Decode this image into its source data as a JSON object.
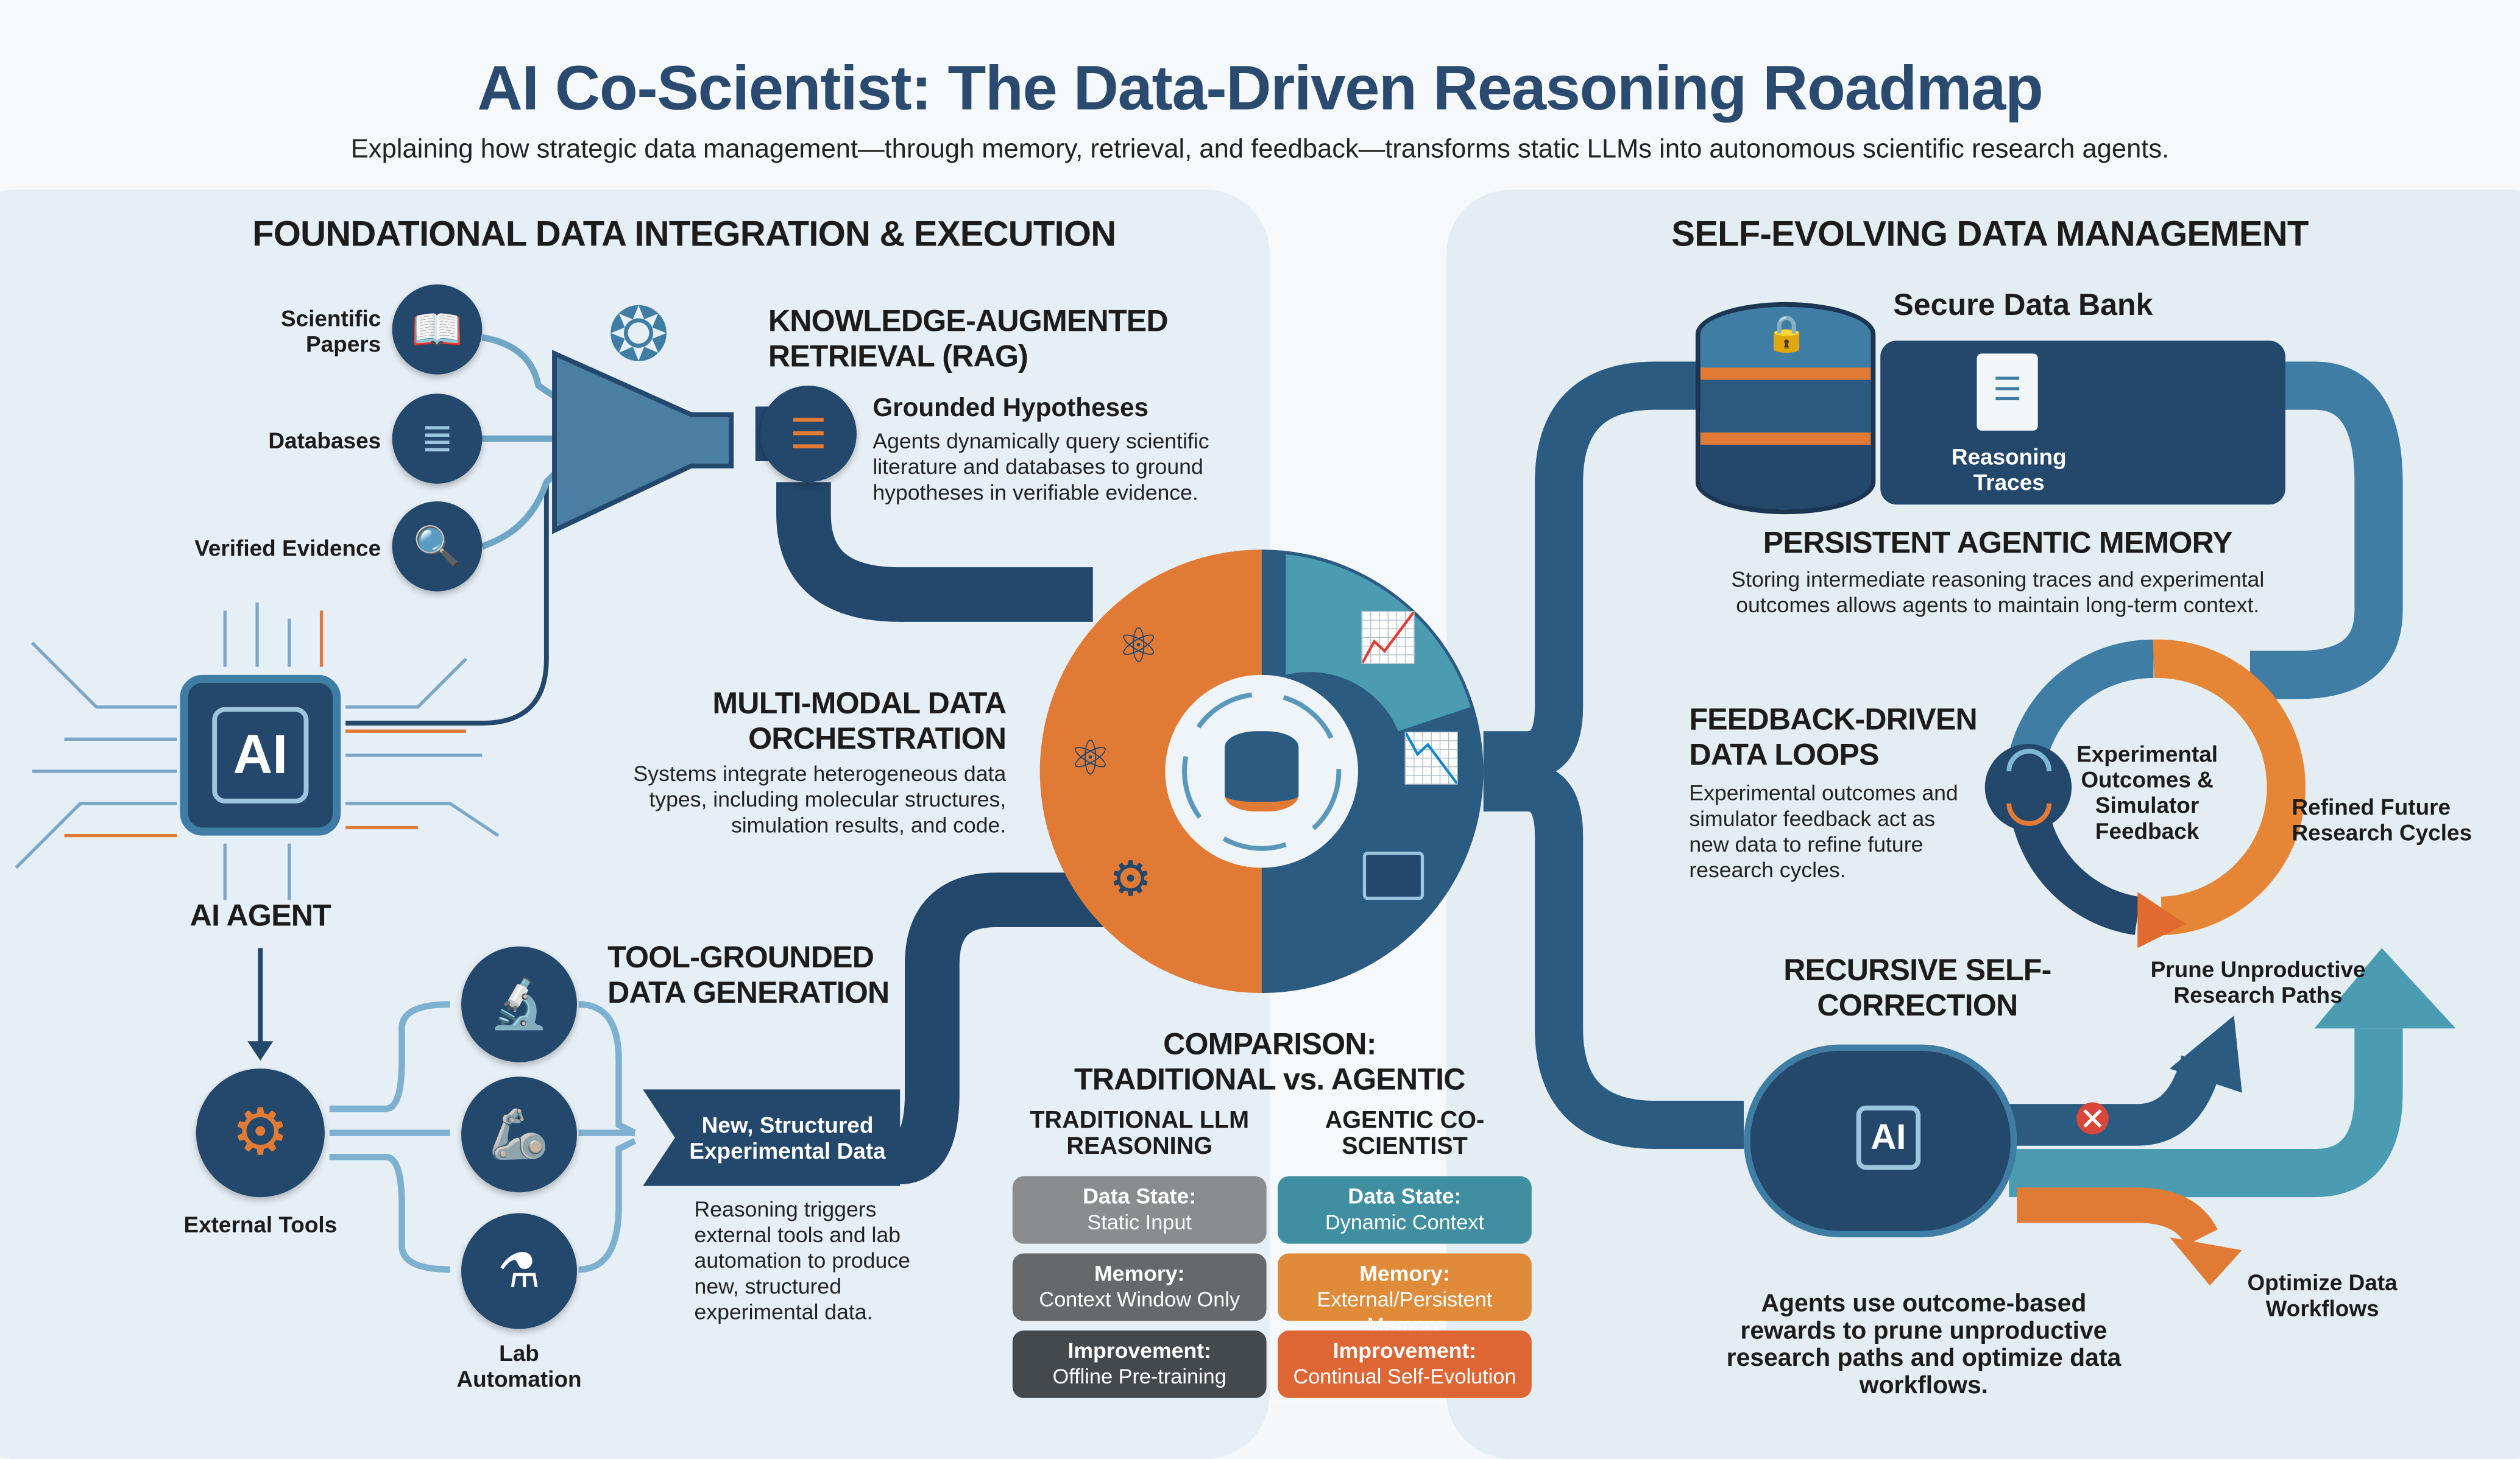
{
  "header": {
    "title": "AI Co-Scientist: The Data-Driven Reasoning Roadmap",
    "subtitle": "Explaining how strategic data management—through memory, retrieval, and feedback—transforms static LLMs into autonomous scientific research agents."
  },
  "left": {
    "heading": "FOUNDATIONAL DATA INTEGRATION & EXECUTION",
    "inputs": [
      "Scientific Papers",
      "Databases",
      "Verified Evidence"
    ],
    "agent": {
      "chip": "AI",
      "label": "AI AGENT"
    },
    "rag": {
      "title": "KNOWLEDGE-AUGMENTED RETRIEVAL (RAG)",
      "subtitle": "Grounded Hypotheses",
      "text": "Agents dynamically query scientific literature and databases to ground hypotheses in verifiable evidence."
    },
    "multimodal": {
      "title": "MULTI-MODAL DATA ORCHESTRATION",
      "text": "Systems integrate heterogeneous data types, including molecular structures, simulation results, and code."
    },
    "tools": {
      "title": "TOOL-GROUNDED DATA GENERATION",
      "external": "External Tools",
      "lab": "Lab Automation",
      "arrow": "New, Structured Experimental Data",
      "text": "Reasoning triggers external tools and lab automation to produce new, structured experimental data."
    }
  },
  "comparison": {
    "title": "COMPARISON: TRADITIONAL vs. AGENTIC",
    "traditional": {
      "heading": "TRADITIONAL LLM REASONING",
      "rows": [
        {
          "k": "Data State:",
          "v": "Static Input",
          "color": "#8a8c8e"
        },
        {
          "k": "Memory:",
          "v": "Context Window Only",
          "color": "#66696c"
        },
        {
          "k": "Improvement:",
          "v": "Offline Pre-training",
          "color": "#44494e"
        }
      ]
    },
    "agentic": {
      "heading": "AGENTIC CO-SCIENTIST",
      "rows": [
        {
          "k": "Data State:",
          "v": "Dynamic Context",
          "color": "#3f8fa0"
        },
        {
          "k": "Memory:",
          "v": "External/Persistent Memory",
          "color": "#e08b3a"
        },
        {
          "k": "Improvement:",
          "v": "Continual Self-Evolution",
          "color": "#de6534"
        }
      ]
    }
  },
  "right": {
    "heading": "SELF-EVOLVING DATA MANAGEMENT",
    "bank": "Secure Data Bank",
    "traces": "Reasoning Traces",
    "memory": {
      "title": "PERSISTENT AGENTIC MEMORY",
      "text": "Storing intermediate reasoning traces and experimental outcomes allows agents to maintain long-term context."
    },
    "loops": {
      "title": "FEEDBACK-DRIVEN DATA LOOPS",
      "text": "Experimental outcomes and simulator feedback act as new data to refine future research cycles.",
      "center": "Experimental Outcomes & Simulator Feedback",
      "refined": "Refined Future Research Cycles"
    },
    "recursive": {
      "title": "RECURSIVE SELF-CORRECTION",
      "brain": "AI",
      "prune": "Prune Unproductive Research Paths",
      "optimize": "Optimize Data Workflows",
      "text": "Agents use outcome-based rewards to prune unproductive research paths and optimize data workflows."
    }
  },
  "colors": {
    "navy": "#24476c",
    "orange": "#e07a35",
    "teal": "#4b9bb3"
  }
}
